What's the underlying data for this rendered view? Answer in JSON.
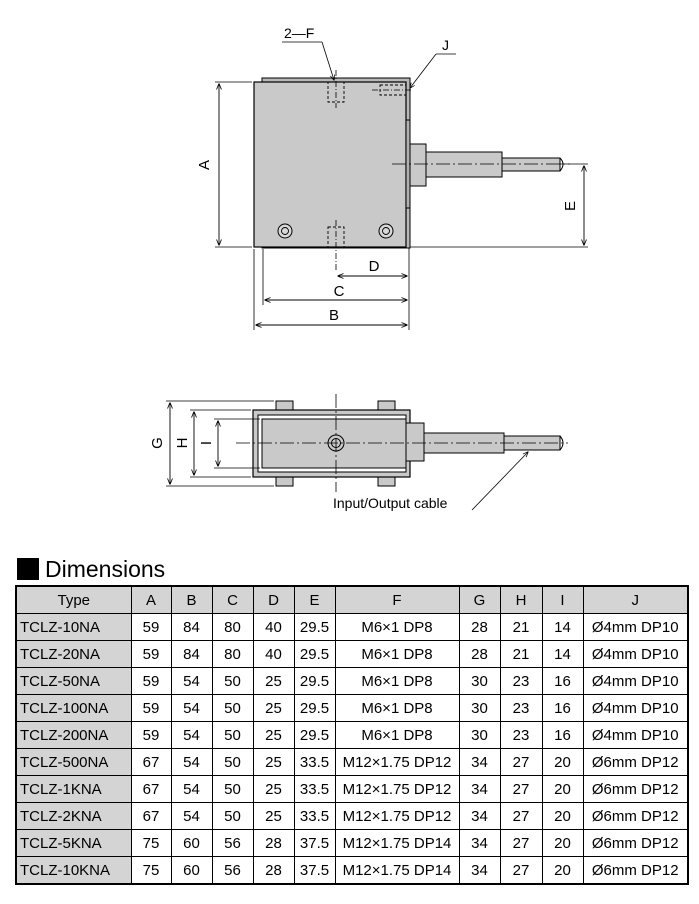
{
  "drawing": {
    "callouts": {
      "f_note": "2—F",
      "j_note": "J",
      "cable_note": "Input/Output cable"
    },
    "dimension_letters": [
      "A",
      "B",
      "C",
      "D",
      "E",
      "G",
      "H",
      "I"
    ]
  },
  "dimensions": {
    "heading": "Dimensions",
    "columns": [
      "Type",
      "A",
      "B",
      "C",
      "D",
      "E",
      "F",
      "G",
      "H",
      "I",
      "J"
    ],
    "rows": [
      [
        "TCLZ-10NA",
        "59",
        "84",
        "80",
        "40",
        "29.5",
        "M6×1 DP8",
        "28",
        "21",
        "14",
        "Ø4mm DP10"
      ],
      [
        "TCLZ-20NA",
        "59",
        "84",
        "80",
        "40",
        "29.5",
        "M6×1 DP8",
        "28",
        "21",
        "14",
        "Ø4mm DP10"
      ],
      [
        "TCLZ-50NA",
        "59",
        "54",
        "50",
        "25",
        "29.5",
        "M6×1 DP8",
        "30",
        "23",
        "16",
        "Ø4mm DP10"
      ],
      [
        "TCLZ-100NA",
        "59",
        "54",
        "50",
        "25",
        "29.5",
        "M6×1 DP8",
        "30",
        "23",
        "16",
        "Ø4mm DP10"
      ],
      [
        "TCLZ-200NA",
        "59",
        "54",
        "50",
        "25",
        "29.5",
        "M6×1 DP8",
        "30",
        "23",
        "16",
        "Ø4mm DP10"
      ],
      [
        "TCLZ-500NA",
        "67",
        "54",
        "50",
        "25",
        "33.5",
        "M12×1.75 DP12",
        "34",
        "27",
        "20",
        "Ø6mm DP12"
      ],
      [
        "TCLZ-1KNA",
        "67",
        "54",
        "50",
        "25",
        "33.5",
        "M12×1.75 DP12",
        "34",
        "27",
        "20",
        "Ø6mm DP12"
      ],
      [
        "TCLZ-2KNA",
        "67",
        "54",
        "50",
        "25",
        "33.5",
        "M12×1.75 DP12",
        "34",
        "27",
        "20",
        "Ø6mm DP12"
      ],
      [
        "TCLZ-5KNA",
        "75",
        "60",
        "56",
        "28",
        "37.5",
        "M12×1.75 DP14",
        "34",
        "27",
        "20",
        "Ø6mm DP12"
      ],
      [
        "TCLZ-10KNA",
        "75",
        "60",
        "56",
        "28",
        "37.5",
        "M12×1.75 DP14",
        "34",
        "27",
        "20",
        "Ø6mm DP12"
      ]
    ]
  }
}
